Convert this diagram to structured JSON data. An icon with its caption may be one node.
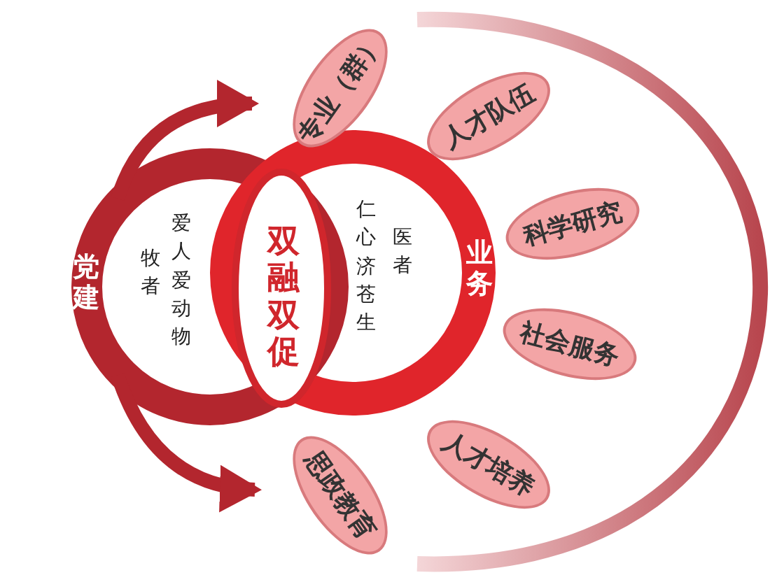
{
  "diagram": {
    "nodes": [
      {
        "text": [
          "党建",
          "牧者",
          "爱人爱动物"
        ]
      },
      {
        "text": [
          "仁心济苍生",
          "医者",
          "业务"
        ]
      },
      {
        "text": [
          "双融双促"
        ]
      },
      {
        "text": [
          "专业（群）"
        ]
      },
      {
        "text": [
          "人才队伍"
        ]
      },
      {
        "text": [
          "科学研究"
        ]
      },
      {
        "text": [
          "社会服务"
        ]
      },
      {
        "text": [
          "人才培养"
        ]
      },
      {
        "text": [
          "思政教育"
        ]
      }
    ],
    "edges": [
      {
        "from": 0,
        "to": 3,
        "arrow": "to"
      },
      {
        "from": 0,
        "to": 8,
        "arrow": "to"
      }
    ]
  }
}
